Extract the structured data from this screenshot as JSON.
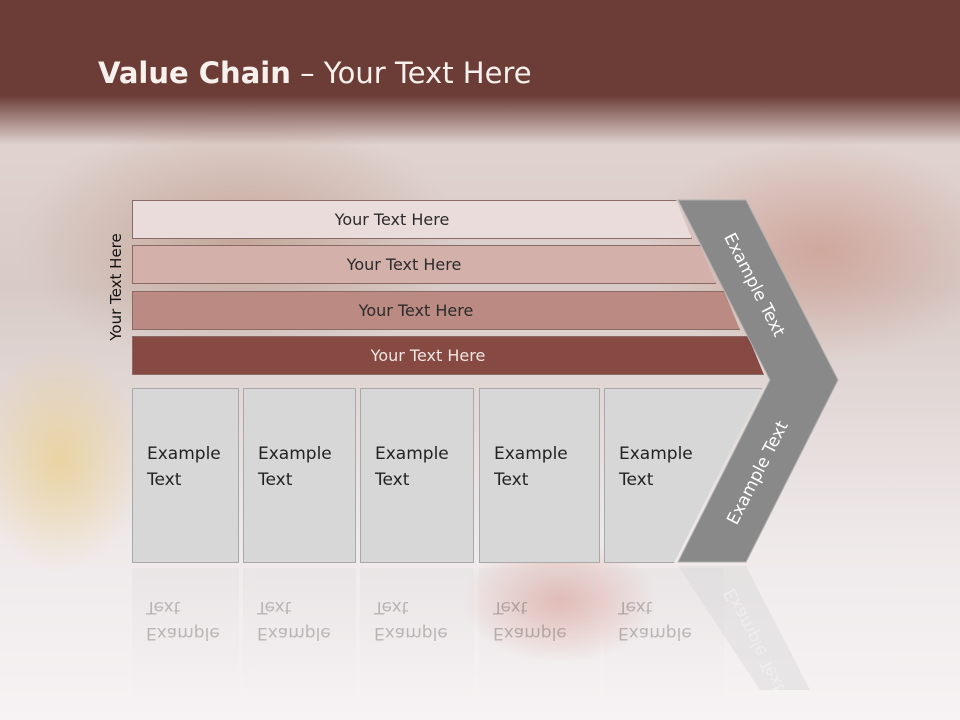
{
  "slide": {
    "title_bold": "Value Chain",
    "title_rest": " – Your Text Here",
    "side_label": "Your Text Here"
  },
  "bars": [
    {
      "label": "Your Text Here",
      "color": "#eadcdb"
    },
    {
      "label": "Your Text Here",
      "color": "#d4b0ab"
    },
    {
      "label": "Your Text Here",
      "color": "#bb8a83"
    },
    {
      "label": "Your Text Here",
      "color": "#864a43"
    }
  ],
  "boxes": [
    {
      "line1": "Example",
      "line2": "Text"
    },
    {
      "line1": "Example",
      "line2": "Text"
    },
    {
      "line1": "Example",
      "line2": "Text"
    },
    {
      "line1": "Example",
      "line2": "Text"
    },
    {
      "line1": "Example",
      "line2": "Text"
    }
  ],
  "chevron": {
    "top_label": "Example Text",
    "bottom_label": "Example Text",
    "color": "#898989"
  }
}
